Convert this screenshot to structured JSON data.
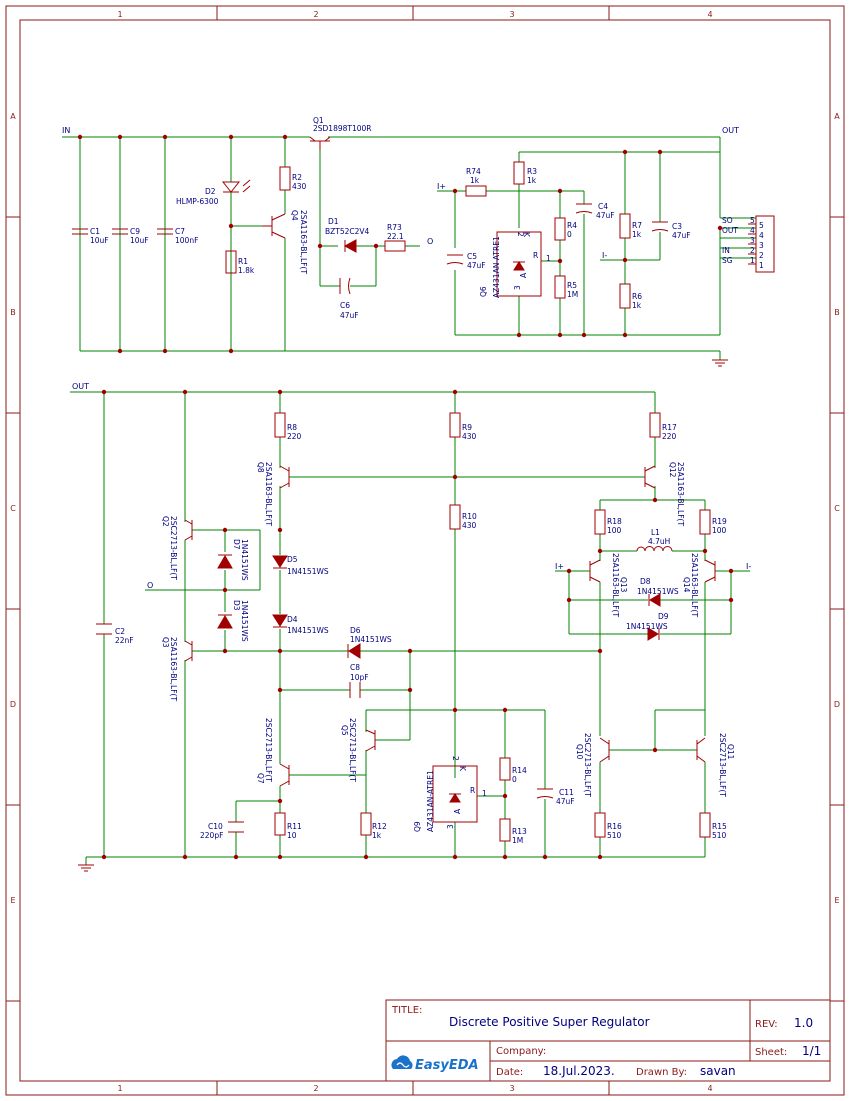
{
  "frame": {
    "columns": [
      "1",
      "2",
      "3",
      "4"
    ],
    "rows": [
      "A",
      "B",
      "C",
      "D",
      "E"
    ]
  },
  "title_block": {
    "title_label": "TITLE:",
    "title": "Discrete Positive Super Regulator",
    "rev_label": "REV:",
    "rev": "1.0",
    "company_label": "Company:",
    "company": "",
    "sheet_label": "Sheet:",
    "sheet": "1/1",
    "date_label": "Date:",
    "date": "18.Jul.2023.",
    "drawn_label": "Drawn By:",
    "drawn_by": "savan",
    "logo": "EasyEDA"
  },
  "nets": {
    "in": "IN",
    "out": "OUT",
    "out2": "OUT",
    "o": "O",
    "o2": "O",
    "iplus": "I+",
    "iminus": "I-",
    "iplus2": "I+",
    "iminus2": "I-"
  },
  "connector": {
    "pins": [
      "5",
      "4",
      "3",
      "2",
      "1"
    ],
    "labels": [
      "SO",
      "OUT",
      "IN",
      "SG"
    ]
  },
  "components": {
    "q1": {
      "ref": "Q1",
      "val": "2SD1898T100R"
    },
    "d2": {
      "ref": "D2",
      "val": "HLMP-6300"
    },
    "r2": {
      "ref": "R2",
      "val": "430"
    },
    "q4": {
      "ref": "Q4",
      "val": "2SA1163-BL,LF(T"
    },
    "r1": {
      "ref": "R1",
      "val": "1.8k"
    },
    "d1": {
      "ref": "D1",
      "val": "BZT52C2V4"
    },
    "r73": {
      "ref": "R73",
      "val": "22.1"
    },
    "c6": {
      "ref": "C6",
      "val": "47uF"
    },
    "c1": {
      "ref": "C1",
      "val": "10uF"
    },
    "c9": {
      "ref": "C9",
      "val": "10uF"
    },
    "c7": {
      "ref": "C7",
      "val": "100nF"
    },
    "r74": {
      "ref": "R74",
      "val": "1k"
    },
    "r3": {
      "ref": "R3",
      "val": "1k"
    },
    "c4": {
      "ref": "C4",
      "val": "47uF"
    },
    "r4": {
      "ref": "R4",
      "val": "0"
    },
    "r5": {
      "ref": "R5",
      "val": "1M"
    },
    "c5": {
      "ref": "C5",
      "val": "47uF"
    },
    "q6": {
      "ref": "Q6",
      "val": "AZ431AN-ATRE1"
    },
    "r7": {
      "ref": "R7",
      "val": "1k"
    },
    "r6": {
      "ref": "R6",
      "val": "1k"
    },
    "c3": {
      "ref": "C3",
      "val": "47uF"
    },
    "r8": {
      "ref": "R8",
      "val": "220"
    },
    "q8": {
      "ref": "Q8",
      "val": "2SA1163-BL,LF(T"
    },
    "r9": {
      "ref": "R9",
      "val": "430"
    },
    "r10": {
      "ref": "R10",
      "val": "430"
    },
    "r17": {
      "ref": "R17",
      "val": "220"
    },
    "q12": {
      "ref": "Q12",
      "val": "2SA1163-BL,LF(T"
    },
    "q2": {
      "ref": "Q2",
      "val": "2SC2713-BL,LF(T"
    },
    "d7": {
      "ref": "D7",
      "val": "1N4151WS"
    },
    "d3": {
      "ref": "D3",
      "val": "1N4151WS"
    },
    "q3": {
      "ref": "Q3",
      "val": "2SA1163-BL,LF(T"
    },
    "d5": {
      "ref": "D5",
      "val": "1N4151WS"
    },
    "d4": {
      "ref": "D4",
      "val": "1N4151WS"
    },
    "d6": {
      "ref": "D6",
      "val": "1N4151WS"
    },
    "c8": {
      "ref": "C8",
      "val": "10pF"
    },
    "c2": {
      "ref": "C2",
      "val": "22nF"
    },
    "r18": {
      "ref": "R18",
      "val": "100"
    },
    "r19": {
      "ref": "R19",
      "val": "100"
    },
    "l1": {
      "ref": "L1",
      "val": "4.7uH"
    },
    "q13": {
      "ref": "Q13",
      "val": "2SA1163-BL,LF(T"
    },
    "q14": {
      "ref": "Q14",
      "val": "2SA1163-BL,LF(T"
    },
    "d8": {
      "ref": "D8",
      "val": "1N4151WS"
    },
    "d9": {
      "ref": "D9",
      "val": "1N4151WS"
    },
    "q5": {
      "ref": "Q5",
      "val": "2SC2713-BL,LF(T"
    },
    "q7": {
      "ref": "Q7",
      "val": "2SC2713-BL,LF(T"
    },
    "q9": {
      "ref": "Q9",
      "val": "AZ431AN-ATRE1"
    },
    "r14": {
      "ref": "R14",
      "val": "0"
    },
    "r13": {
      "ref": "R13",
      "val": "1M"
    },
    "c11": {
      "ref": "C11",
      "val": "47uF"
    },
    "q10": {
      "ref": "Q10",
      "val": "2SC2713-BL,LF(T"
    },
    "q11": {
      "ref": "Q11",
      "val": "2SC2713-BL,LF(T"
    },
    "r16": {
      "ref": "R16",
      "val": "510"
    },
    "r15": {
      "ref": "R15",
      "val": "510"
    },
    "r11": {
      "ref": "R11",
      "val": "10"
    },
    "r12": {
      "ref": "R12",
      "val": "1k"
    },
    "c10": {
      "ref": "C10",
      "val": "220pF"
    }
  },
  "pins": {
    "a": "A",
    "k": "K",
    "r": "R",
    "one": "1",
    "two": "2",
    "three": "3"
  }
}
